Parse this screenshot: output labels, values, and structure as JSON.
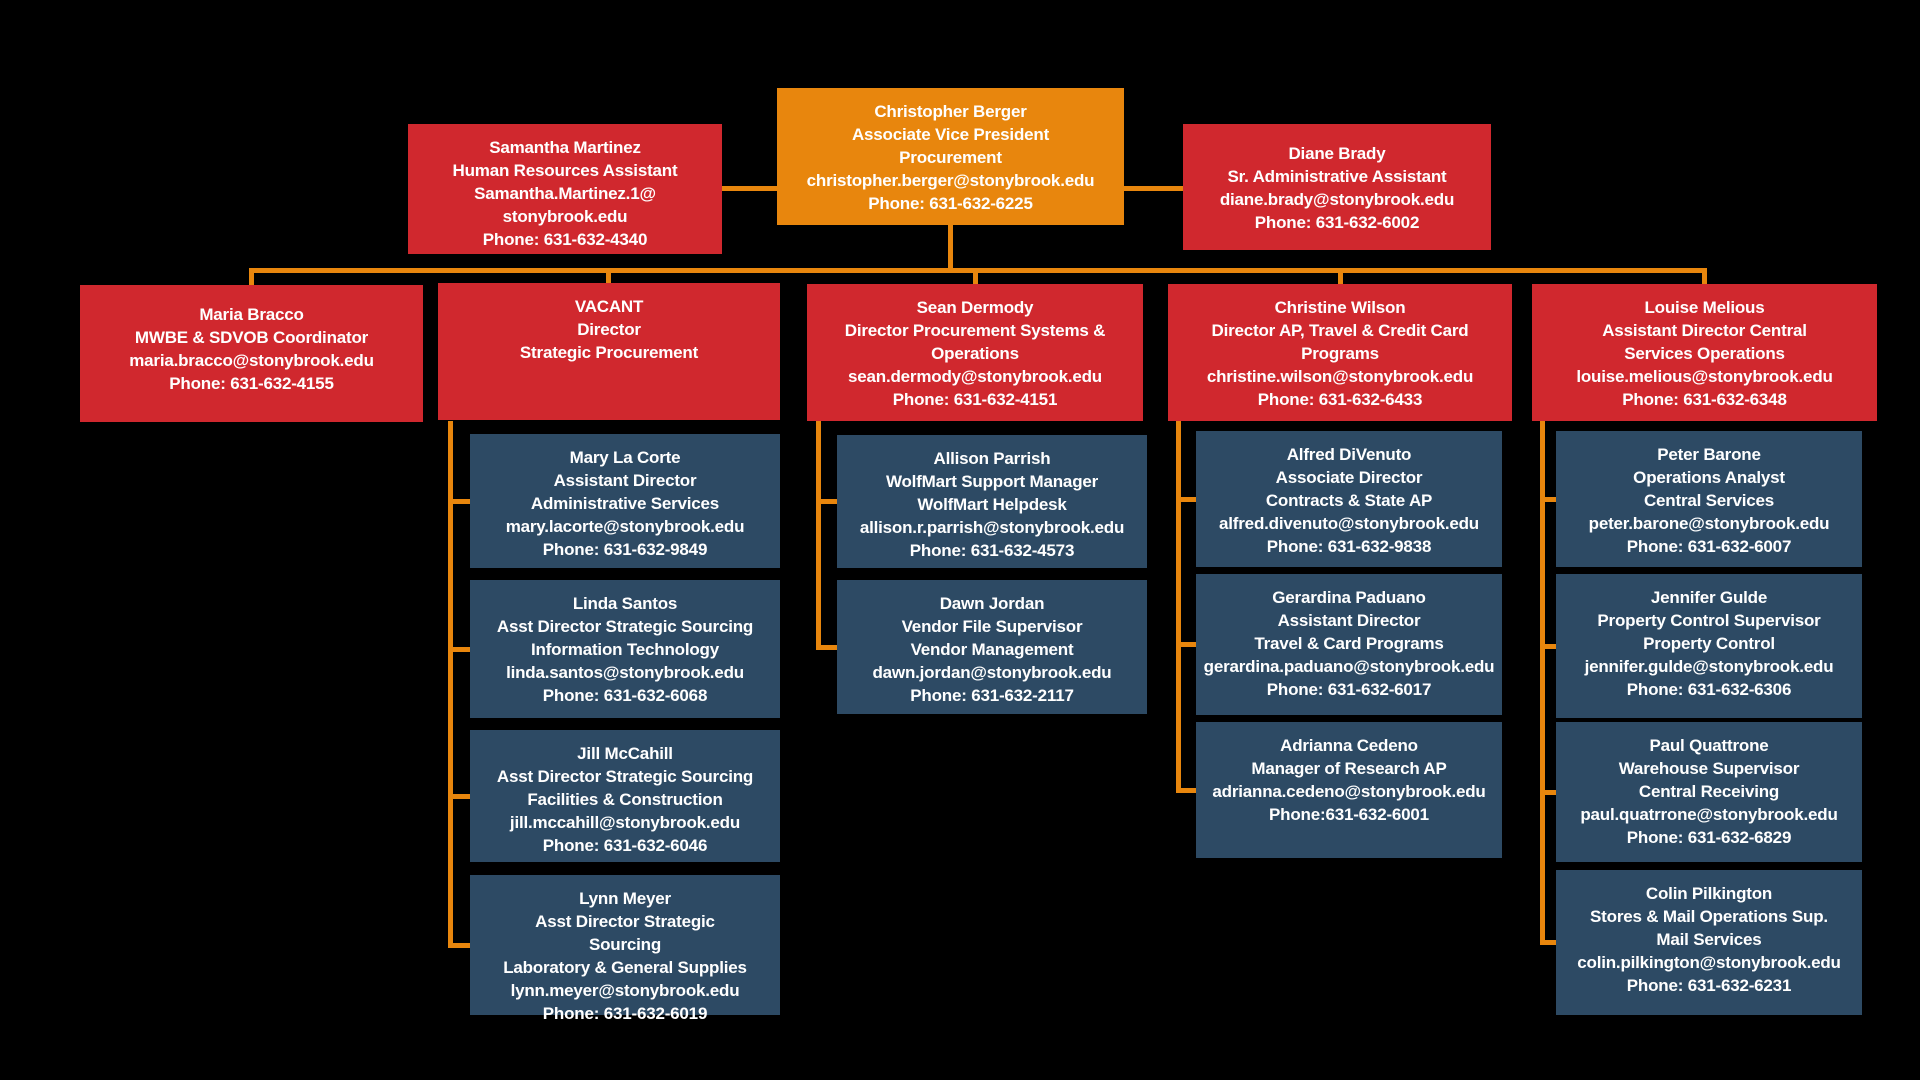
{
  "colors": {
    "background": "#000000",
    "root_box": "#E8860D",
    "manager_box": "#D0282E",
    "staff_box": "#2D4A64",
    "connector": "#E8860D",
    "text": "#FFFFFF"
  },
  "people": {
    "berger": {
      "lines": [
        "Christopher Berger",
        "Associate Vice President",
        "Procurement",
        "christopher.berger@stonybrook.edu",
        "Phone: 631-632-6225"
      ]
    },
    "samantha": {
      "lines": [
        "Samantha Martinez",
        "Human Resources Assistant",
        "Samantha.Martinez.1@",
        "stonybrook.edu",
        "Phone: 631-632-4340"
      ]
    },
    "diane": {
      "lines": [
        "Diane Brady",
        "Sr. Administrative Assistant",
        "diane.brady@stonybrook.edu",
        "Phone: 631-632-6002"
      ]
    },
    "maria": {
      "lines": [
        "Maria Bracco",
        "MWBE & SDVOB Coordinator",
        "maria.bracco@stonybrook.edu",
        "Phone: 631-632-4155"
      ]
    },
    "vacant": {
      "lines": [
        "VACANT",
        "Director",
        "Strategic Procurement"
      ]
    },
    "sean": {
      "lines": [
        "Sean Dermody",
        "Director Procurement Systems &",
        "Operations",
        "sean.dermody@stonybrook.edu",
        "Phone: 631-632-4151"
      ]
    },
    "christine": {
      "lines": [
        "Christine Wilson",
        "Director AP, Travel & Credit Card",
        "Programs",
        "christine.wilson@stonybrook.edu",
        "Phone: 631-632-6433"
      ]
    },
    "louise": {
      "lines": [
        "Louise Melious",
        "Assistant Director Central",
        "Services Operations",
        "louise.melious@stonybrook.edu",
        "Phone: 631-632-6348"
      ]
    },
    "mary": {
      "lines": [
        "Mary La Corte",
        "Assistant Director",
        "Administrative Services",
        "mary.lacorte@stonybrook.edu",
        "Phone: 631-632-9849"
      ]
    },
    "linda": {
      "lines": [
        "Linda Santos",
        "Asst Director Strategic Sourcing",
        "Information Technology",
        "linda.santos@stonybrook.edu",
        "Phone: 631-632-6068"
      ]
    },
    "jill": {
      "lines": [
        "Jill McCahill",
        "Asst Director Strategic Sourcing",
        "Facilities & Construction",
        "jill.mccahill@stonybrook.edu",
        "Phone: 631-632-6046"
      ]
    },
    "lynn": {
      "lines": [
        "Lynn Meyer",
        "Asst Director Strategic",
        "Sourcing",
        "Laboratory & General Supplies",
        "lynn.meyer@stonybrook.edu",
        "Phone: 631-632-6019"
      ]
    },
    "allison": {
      "lines": [
        "Allison Parrish",
        "WolfMart Support Manager",
        "WolfMart Helpdesk",
        "allison.r.parrish@stonybrook.edu",
        "Phone: 631-632-4573"
      ]
    },
    "dawn": {
      "lines": [
        "Dawn Jordan",
        "Vendor File Supervisor",
        "Vendor Management",
        "dawn.jordan@stonybrook.edu",
        "Phone: 631-632-2117"
      ]
    },
    "alfred": {
      "lines": [
        "Alfred DiVenuto",
        "Associate Director",
        "Contracts & State AP",
        "alfred.divenuto@stonybrook.edu",
        "Phone: 631-632-9838"
      ]
    },
    "gerardina": {
      "lines": [
        "Gerardina Paduano",
        "Assistant Director",
        "Travel & Card Programs",
        "gerardina.paduano@stonybrook.edu",
        "Phone: 631-632-6017"
      ]
    },
    "adrianna": {
      "lines": [
        "Adrianna Cedeno",
        "Manager of Research AP",
        "adrianna.cedeno@stonybrook.edu",
        "Phone:631-632-6001"
      ]
    },
    "peter": {
      "lines": [
        "Peter Barone",
        "Operations Analyst",
        "Central Services",
        "peter.barone@stonybrook.edu",
        "Phone: 631-632-6007"
      ]
    },
    "jennifer": {
      "lines": [
        "Jennifer Gulde",
        "Property Control Supervisor",
        "Property Control",
        "jennifer.gulde@stonybrook.edu",
        "Phone: 631-632-6306"
      ]
    },
    "paul": {
      "lines": [
        "Paul Quattrone",
        "Warehouse Supervisor",
        "Central Receiving",
        "paul.quatrrone@stonybrook.edu",
        "Phone: 631-632-6829"
      ]
    },
    "colin": {
      "lines": [
        "Colin Pilkington",
        "Stores & Mail Operations Sup.",
        "Mail Services",
        "colin.pilkington@stonybrook.edu",
        "Phone: 631-632-6231"
      ]
    }
  },
  "hierarchy": {
    "root": "berger",
    "assistants_of_root": [
      "samantha",
      "diane"
    ],
    "reports_of_root": [
      "maria",
      "vacant",
      "sean",
      "christine",
      "louise"
    ],
    "reports_of_vacant": [
      "mary",
      "linda",
      "jill",
      "lynn"
    ],
    "reports_of_sean": [
      "allison",
      "dawn"
    ],
    "reports_of_christine": [
      "alfred",
      "gerardina",
      "adrianna"
    ],
    "reports_of_louise": [
      "peter",
      "jennifer",
      "paul",
      "colin"
    ]
  }
}
